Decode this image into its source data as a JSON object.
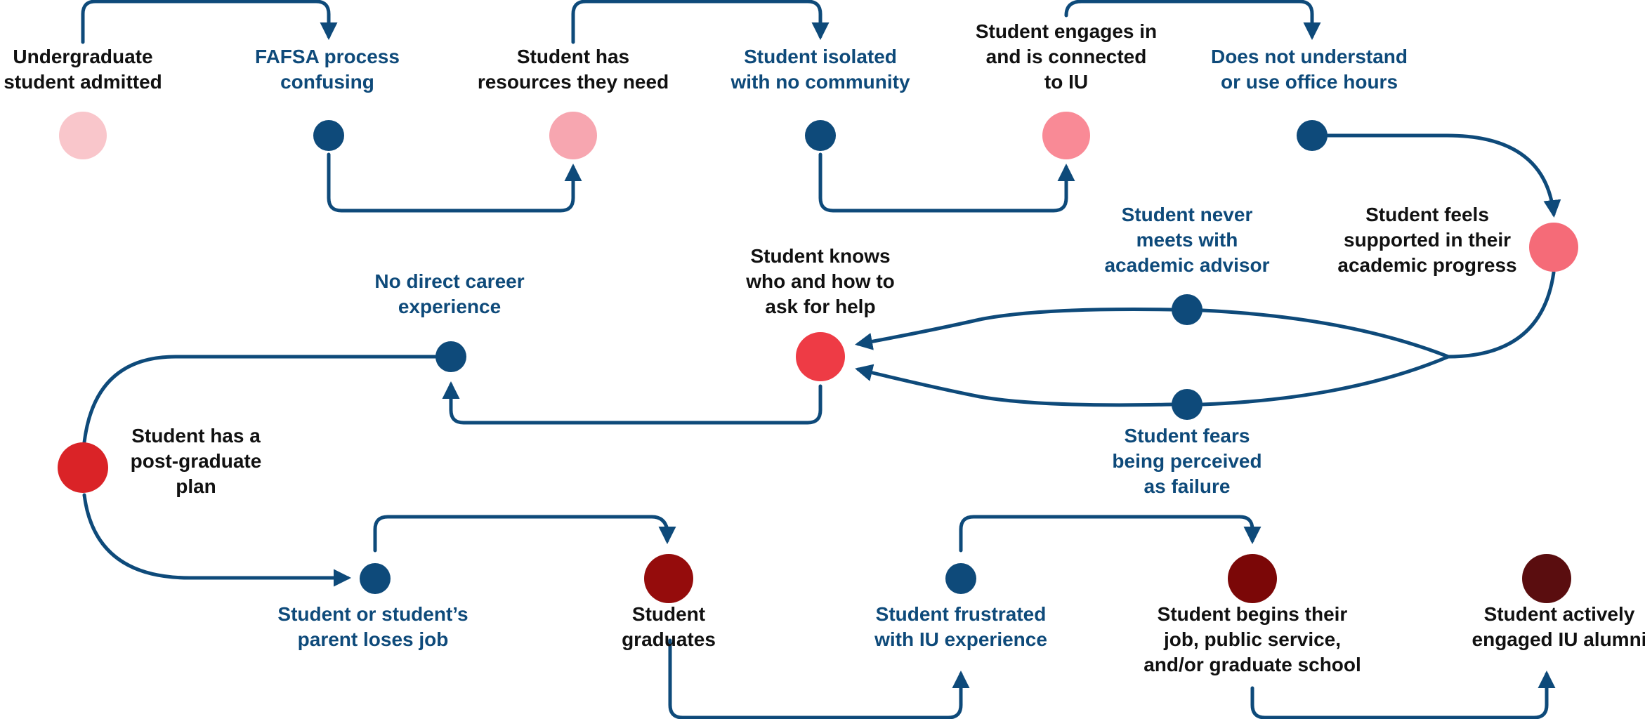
{
  "colors": {
    "connector": "#0e4a7a",
    "negative_node": "#0e4a7a",
    "negative_text": "#0e4a7a",
    "positive_text": "#111111"
  },
  "nodes": {
    "n1": {
      "kind": "positive",
      "color": "#f9c6cb",
      "lines": [
        "Undergraduate",
        "student admitted"
      ]
    },
    "n2": {
      "kind": "negative",
      "color": "#0e4a7a",
      "lines": [
        "FAFSA process",
        "confusing"
      ]
    },
    "n3": {
      "kind": "positive",
      "color": "#f7a6b0",
      "lines": [
        "Student has",
        "resources they need"
      ]
    },
    "n4": {
      "kind": "negative",
      "color": "#0e4a7a",
      "lines": [
        "Student isolated",
        "with no community"
      ]
    },
    "n5": {
      "kind": "positive",
      "color": "#f98a96",
      "lines": [
        "Student engages in",
        "and is connected",
        "to IU"
      ]
    },
    "n6": {
      "kind": "negative",
      "color": "#0e4a7a",
      "lines": [
        "Does not understand",
        "or use office hours"
      ]
    },
    "n7": {
      "kind": "positive",
      "color": "#f56b78",
      "lines": [
        "Student feels",
        "supported in their",
        "academic progress"
      ]
    },
    "n8": {
      "kind": "negative",
      "color": "#0e4a7a",
      "lines": [
        "Student never",
        "meets with",
        "academic advisor"
      ]
    },
    "n9": {
      "kind": "negative",
      "color": "#0e4a7a",
      "lines": [
        "Student fears",
        "being perceived",
        "as failure"
      ]
    },
    "n10": {
      "kind": "positive",
      "color": "#ee3b45",
      "lines": [
        "Student knows",
        "who and how to",
        "ask for help"
      ]
    },
    "n11": {
      "kind": "negative",
      "color": "#0e4a7a",
      "lines": [
        "No direct career",
        "experience"
      ]
    },
    "n12": {
      "kind": "positive",
      "color": "#da2327",
      "lines": [
        "Student has a",
        "post-graduate",
        "plan"
      ]
    },
    "n13": {
      "kind": "negative",
      "color": "#0e4a7a",
      "lines": [
        "Student or student’s",
        "parent loses job"
      ]
    },
    "n14": {
      "kind": "positive",
      "color": "#950c0c",
      "lines": [
        "Student",
        "graduates"
      ]
    },
    "n15": {
      "kind": "negative",
      "color": "#0e4a7a",
      "lines": [
        "Student frustrated",
        "with IU experience"
      ]
    },
    "n16": {
      "kind": "positive",
      "color": "#7b0707",
      "lines": [
        "Student begins their",
        "job, public service,",
        "and/or graduate school"
      ]
    },
    "n17": {
      "kind": "positive",
      "color": "#5a0d0f",
      "lines": [
        "Student actively",
        "engaged IU alumni"
      ]
    }
  }
}
